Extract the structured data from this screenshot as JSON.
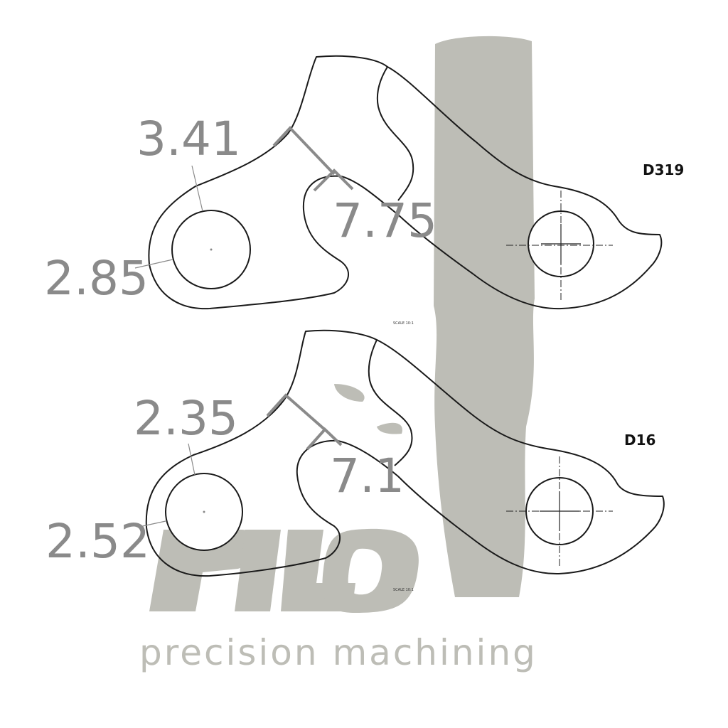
{
  "brand": {
    "logo_text": "pilo",
    "tagline": "precision machining",
    "watermark_color": "#bdbdb6"
  },
  "parts": [
    {
      "code": "D319",
      "scale_note": "SCALE 10:1",
      "dimensions": {
        "top": "3.41",
        "left": "2.85",
        "diagonal": "7.75"
      }
    },
    {
      "code": "D16",
      "scale_note": "SCALE 10:1",
      "dimensions": {
        "top": "2.35",
        "left": "2.52",
        "diagonal": "7.1"
      }
    }
  ],
  "colors": {
    "dimension_text": "#8a8a8a",
    "outline": "#1a1a1a"
  }
}
